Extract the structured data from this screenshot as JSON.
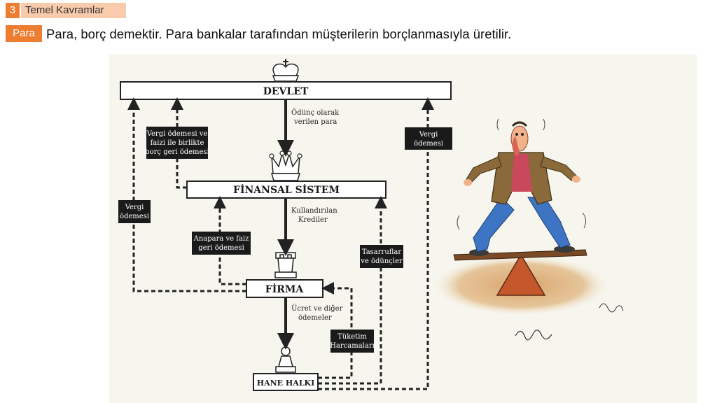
{
  "header": {
    "section_number": "3",
    "section_title": "Temel Kavramlar",
    "topic_label": "Para",
    "headline": "Para, borç demektir. Para bankalar tarafından müşterilerin borçlanmasıyla üretilir."
  },
  "diagram": {
    "nodes": {
      "devlet": "DEVLET",
      "finansal": "FİNANSAL SİSTEM",
      "firma": "FİRMA",
      "hane": "HANE HALKI"
    },
    "flow_labels": {
      "odunc_1": "Ödünç olarak",
      "odunc_2": "verilen para",
      "kullandirilan_1": "Kullandırılan",
      "kullandirilan_2": "Krediler",
      "ucret_1": "Ücret ve diğer",
      "ucret_2": "ödemeler"
    },
    "tags": {
      "vergi_borc_1": "Vergi ödemesi ve",
      "vergi_borc_2": "faizi ile birlikte",
      "vergi_borc_3": "borç geri ödemesi",
      "vergi_right_1": "Vergi",
      "vergi_right_2": "ödemesi",
      "vergi_left_1": "Vergi",
      "vergi_left_2": "ödemesi",
      "anapara_1": "Anapara ve faiz",
      "anapara_2": "geri ödemesi",
      "tasarruf_1": "Tasarruflar",
      "tasarruf_2": "ve ödünçler",
      "tuketim_1": "Tüketim",
      "tuketim_2": "Harcamaları"
    }
  }
}
